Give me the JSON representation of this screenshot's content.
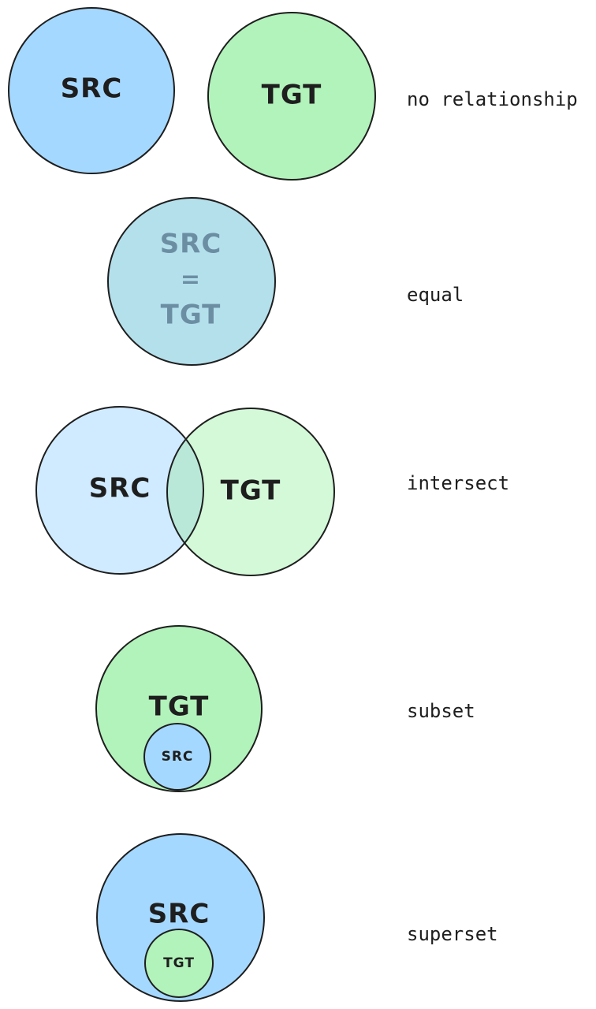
{
  "colors": {
    "src_fill": "#a5d8ff",
    "tgt_fill": "#b2f2bb",
    "src_fill_light": "#d0ebff",
    "tgt_fill_light": "#d3f9d8",
    "equal_fill": "#b4e0ec",
    "overlap_fill": "#b9e8d8",
    "stroke": "#1e1e1e",
    "muted_text": "#6c8ea3"
  },
  "rows": [
    {
      "id": "no-relationship",
      "relation": "no relationship",
      "labels": [
        "SRC",
        "TGT"
      ]
    },
    {
      "id": "equal",
      "relation": "equal",
      "labels": [
        "SRC",
        "=",
        "TGT"
      ]
    },
    {
      "id": "intersect",
      "relation": "intersect",
      "labels": [
        "SRC",
        "TGT"
      ]
    },
    {
      "id": "subset",
      "relation": "subset",
      "labels": [
        "TGT",
        "SRC"
      ]
    },
    {
      "id": "superset",
      "relation": "superset",
      "labels": [
        "SRC",
        "TGT"
      ]
    }
  ]
}
